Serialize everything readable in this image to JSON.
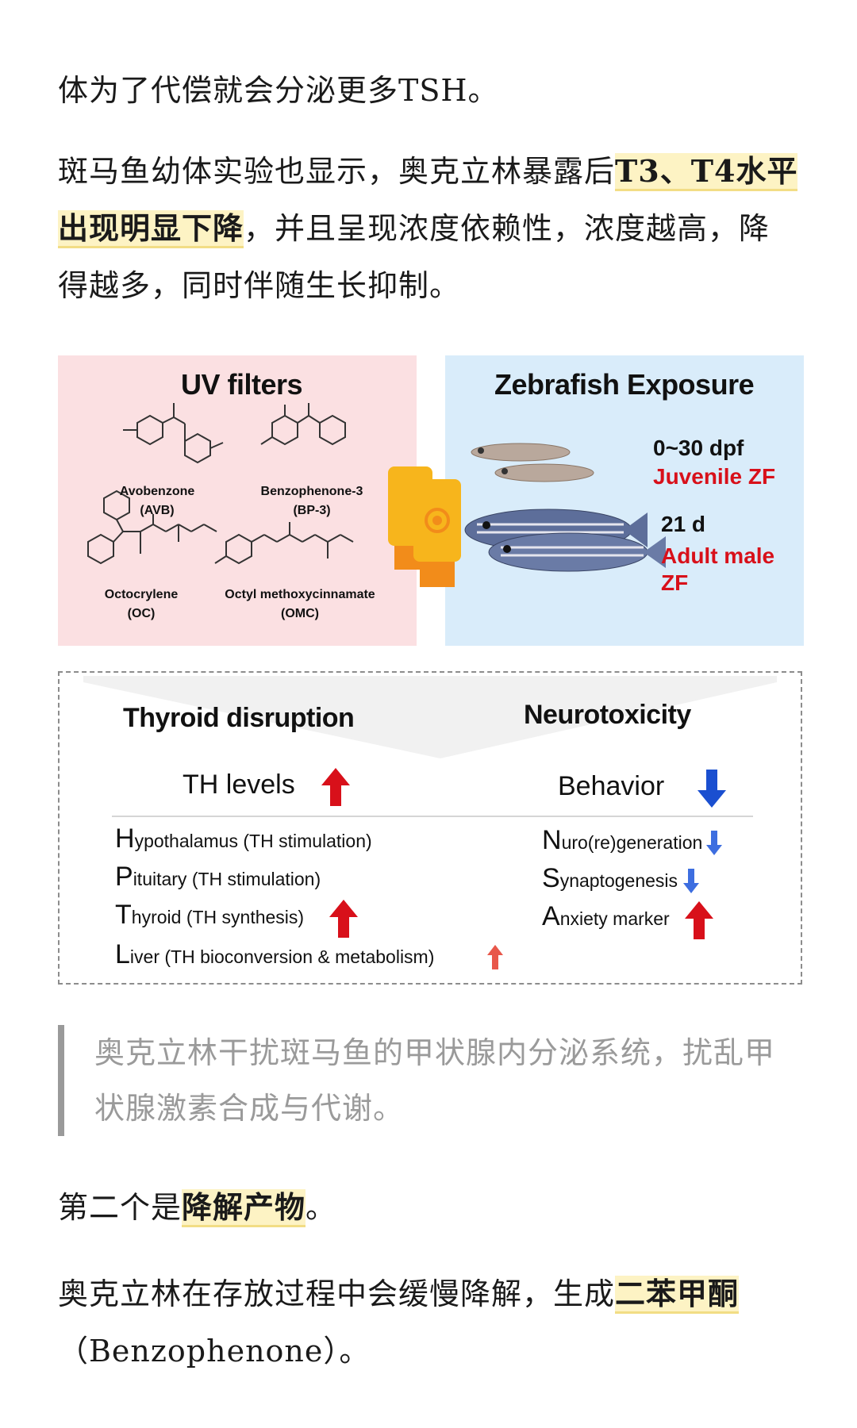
{
  "paragraphs": {
    "p1": "体为了代偿就会分泌更多TSH。",
    "p2_a": "斑马鱼幼体实验也显示，奥克立林暴露后",
    "p2_hl": "T3、T4水平出现明显下降",
    "p2_b": "，并且呈现浓度依赖性，浓度越高，降得越多，同时伴随生长抑制。",
    "p3_a": "第二个是",
    "p3_hl": "降解产物",
    "p3_b": "。",
    "p4_a": "奥克立林在存放过程中会缓慢降解，生成",
    "p4_hl": "二苯甲酮",
    "p4_b": "（Benzophenone）。"
  },
  "quote": "奥克立林干扰斑马鱼的甲状腺内分泌系统，扰乱甲状腺激素合成与代谢。",
  "figure": {
    "uv_title": "UV filters",
    "compounds": [
      {
        "name": "Avobenzone",
        "abbr": "(AVB)"
      },
      {
        "name": "Benzophenone-3",
        "abbr": "(BP-3)"
      },
      {
        "name": "Octocrylene",
        "abbr": "(OC)"
      },
      {
        "name": "Octyl methoxycinnamate",
        "abbr": "(OMC)"
      }
    ],
    "zf_title": "Zebrafish Exposure",
    "juvenile_time": "0~30 dpf",
    "juvenile_label": "Juvenile ZF",
    "adult_time": "21 d",
    "adult_label": "Adult male ZF",
    "thyroid_title": "Thyroid disruption",
    "neuro_title": "Neurotoxicity",
    "th_levels": "TH levels",
    "behavior": "Behavior",
    "left_items": [
      {
        "cap": "H",
        "rest": "ypothalamus (TH stimulation)"
      },
      {
        "cap": "P",
        "rest": "ituitary (TH stimulation)"
      },
      {
        "cap": "T",
        "rest": "hyroid (TH synthesis)"
      },
      {
        "cap": "L",
        "rest": "iver (TH bioconversion & metabolism)"
      }
    ],
    "right_items": [
      {
        "cap": "N",
        "rest": "uro(re)generation"
      },
      {
        "cap": "S",
        "rest": "ynaptogenesis"
      },
      {
        "cap": "A",
        "rest": "nxiety marker"
      }
    ],
    "colors": {
      "red": "#d8101a",
      "blue": "#1a4fd0",
      "zf_red": "#d8101a"
    }
  }
}
